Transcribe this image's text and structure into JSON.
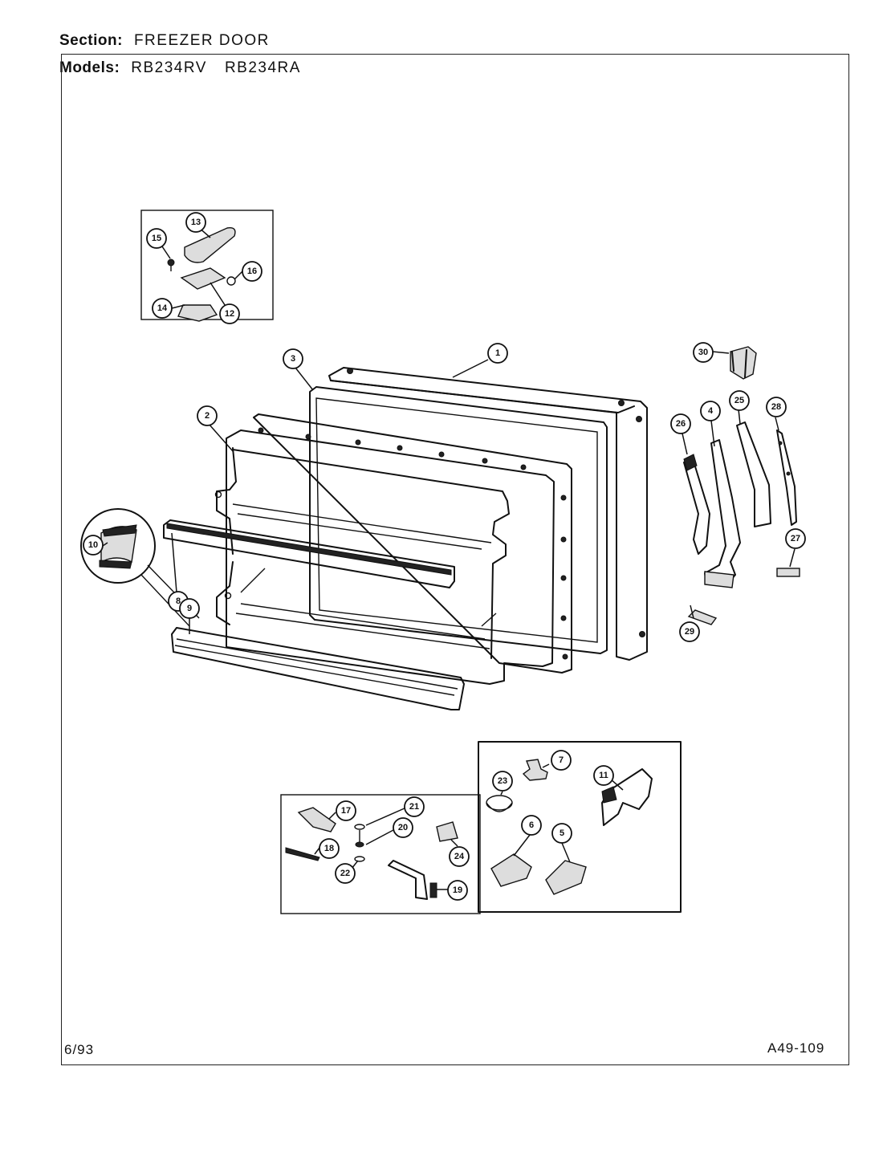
{
  "header": {
    "section_label": "Section:",
    "section_value": "FREEZER DOOR",
    "models_label": "Models:",
    "model_1": "RB234RV",
    "model_2": "RB234RA"
  },
  "footer": {
    "date": "6/93",
    "code": "A49-109"
  },
  "callouts": [
    "1",
    "2",
    "3",
    "4",
    "5",
    "6",
    "7",
    "8",
    "9",
    "10",
    "11",
    "12",
    "13",
    "14",
    "15",
    "16",
    "17",
    "18",
    "19",
    "20",
    "21",
    "22",
    "23",
    "24",
    "25",
    "26",
    "27",
    "28",
    "29",
    "30"
  ]
}
